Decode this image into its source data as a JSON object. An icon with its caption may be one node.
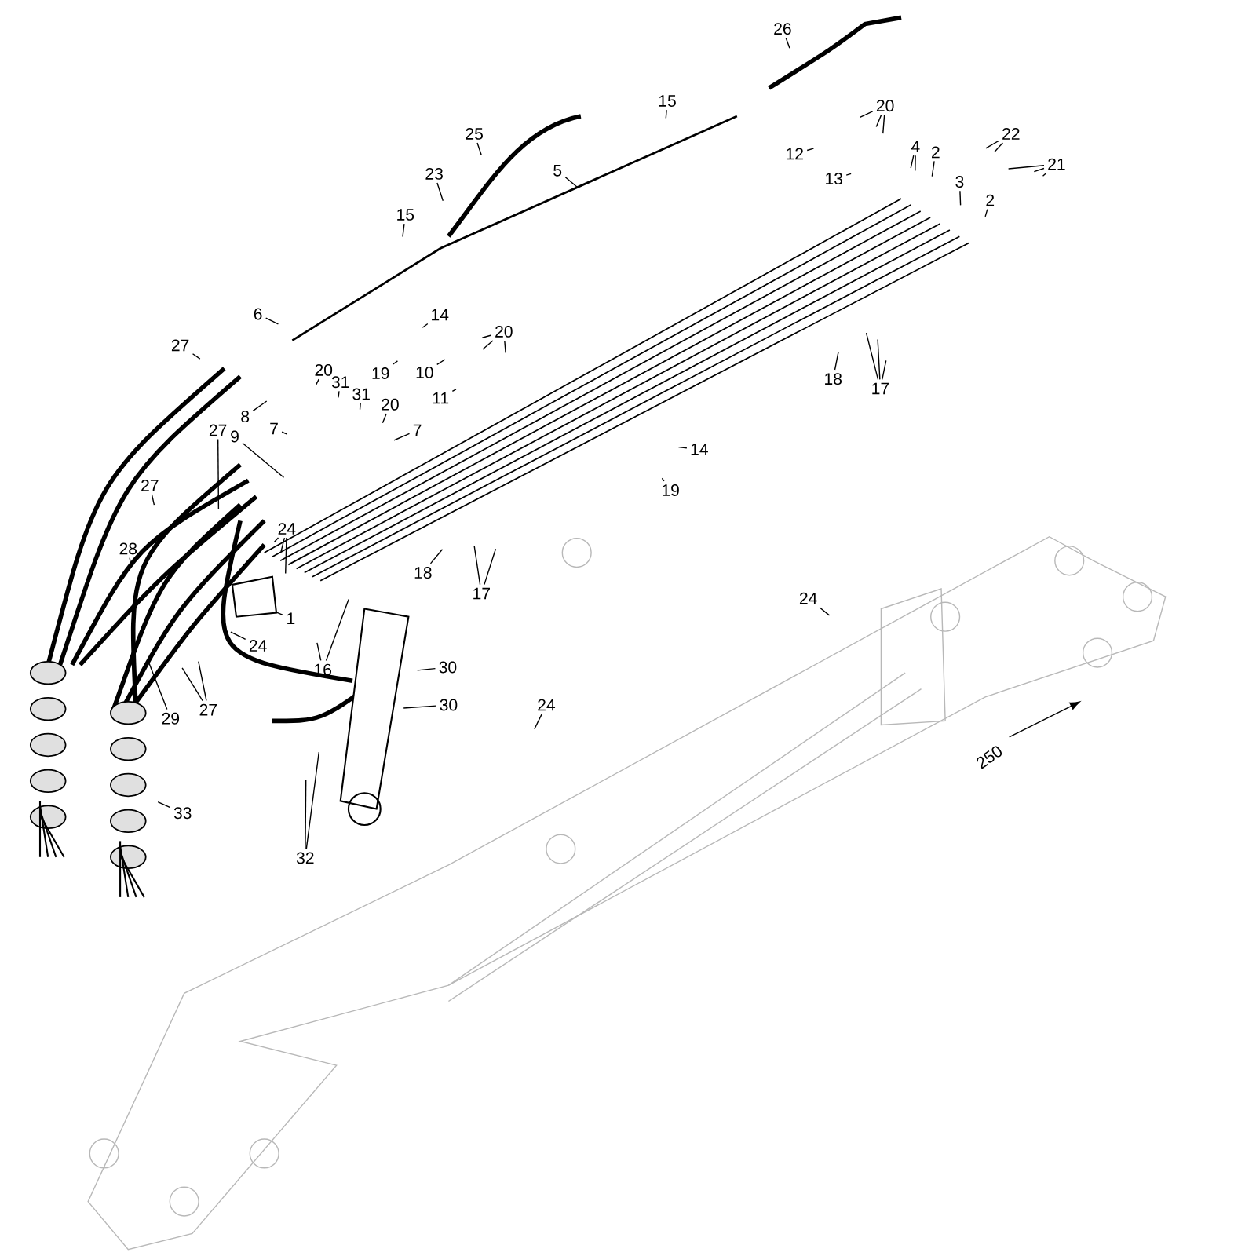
{
  "diagram": {
    "nodes": [
      {
        "text": [
          "26"
        ]
      },
      {
        "text": [
          "25"
        ]
      },
      {
        "text": [
          "15"
        ]
      },
      {
        "text": [
          "5"
        ]
      },
      {
        "text": [
          "23"
        ]
      },
      {
        "text": [
          "15"
        ]
      },
      {
        "text": [
          "20"
        ]
      },
      {
        "text": [
          "12"
        ]
      },
      {
        "text": [
          "13"
        ]
      },
      {
        "text": [
          "4"
        ]
      },
      {
        "text": [
          "2"
        ]
      },
      {
        "text": [
          "22"
        ]
      },
      {
        "text": [
          "21"
        ]
      },
      {
        "text": [
          "3"
        ]
      },
      {
        "text": [
          "2"
        ]
      },
      {
        "text": [
          "6"
        ]
      },
      {
        "text": [
          "14"
        ]
      },
      {
        "text": [
          "27"
        ]
      },
      {
        "text": [
          "20"
        ]
      },
      {
        "text": [
          "10"
        ]
      },
      {
        "text": [
          "11"
        ]
      },
      {
        "text": [
          "19"
        ]
      },
      {
        "text": [
          "18"
        ]
      },
      {
        "text": [
          "17"
        ]
      },
      {
        "text": [
          "20"
        ]
      },
      {
        "text": [
          "31"
        ]
      },
      {
        "text": [
          "31"
        ]
      },
      {
        "text": [
          "20"
        ]
      },
      {
        "text": [
          "8"
        ]
      },
      {
        "text": [
          "27"
        ]
      },
      {
        "text": [
          "7"
        ]
      },
      {
        "text": [
          "7"
        ]
      },
      {
        "text": [
          "9"
        ]
      },
      {
        "text": [
          "14"
        ]
      },
      {
        "text": [
          "19"
        ]
      },
      {
        "text": [
          "27"
        ]
      },
      {
        "text": [
          "24"
        ]
      },
      {
        "text": [
          "28"
        ]
      },
      {
        "text": [
          "18"
        ]
      },
      {
        "text": [
          "17"
        ]
      },
      {
        "text": [
          "1"
        ]
      },
      {
        "text": [
          "24"
        ]
      },
      {
        "text": [
          "16"
        ]
      },
      {
        "text": [
          "30"
        ]
      },
      {
        "text": [
          "30"
        ]
      },
      {
        "text": [
          "29"
        ]
      },
      {
        "text": [
          "27"
        ]
      },
      {
        "text": [
          "24"
        ]
      },
      {
        "text": [
          "24"
        ]
      },
      {
        "text": [
          "33"
        ]
      },
      {
        "text": [
          "32"
        ]
      }
    ],
    "edges": [
      {
        "from": 0,
        "to": null,
        "arrow": "none"
      },
      {
        "from": 1,
        "to": null,
        "arrow": "none"
      },
      {
        "from": 2,
        "to": null,
        "arrow": "none"
      },
      {
        "from": 3,
        "to": null,
        "arrow": "none"
      },
      {
        "from": 4,
        "to": null,
        "arrow": "none"
      },
      {
        "from": 5,
        "to": null,
        "arrow": "none"
      },
      {
        "from": 6,
        "to": null,
        "arrow": "none"
      },
      {
        "from": 6,
        "to": null,
        "arrow": "none"
      },
      {
        "from": 6,
        "to": null,
        "arrow": "none"
      },
      {
        "from": 7,
        "to": null,
        "arrow": "none"
      },
      {
        "from": 8,
        "to": null,
        "arrow": "none"
      },
      {
        "from": 9,
        "to": null,
        "arrow": "none"
      },
      {
        "from": 9,
        "to": null,
        "arrow": "none"
      },
      {
        "from": 10,
        "to": null,
        "arrow": "none"
      },
      {
        "from": 11,
        "to": null,
        "arrow": "none"
      },
      {
        "from": 11,
        "to": null,
        "arrow": "none"
      },
      {
        "from": 12,
        "to": null,
        "arrow": "none"
      },
      {
        "from": 12,
        "to": null,
        "arrow": "none"
      },
      {
        "from": 12,
        "to": null,
        "arrow": "none"
      },
      {
        "from": 13,
        "to": null,
        "arrow": "none"
      },
      {
        "from": 14,
        "to": null,
        "arrow": "none"
      },
      {
        "from": 15,
        "to": null,
        "arrow": "none"
      },
      {
        "from": 16,
        "to": null,
        "arrow": "none"
      },
      {
        "from": 17,
        "to": null,
        "arrow": "none"
      },
      {
        "from": 18,
        "to": null,
        "arrow": "none"
      },
      {
        "from": 18,
        "to": null,
        "arrow": "none"
      },
      {
        "from": 18,
        "to": null,
        "arrow": "none"
      },
      {
        "from": 19,
        "to": null,
        "arrow": "none"
      },
      {
        "from": 20,
        "to": null,
        "arrow": "none"
      },
      {
        "from": 21,
        "to": null,
        "arrow": "none"
      },
      {
        "from": 22,
        "to": null,
        "arrow": "none"
      },
      {
        "from": 23,
        "to": null,
        "arrow": "none"
      },
      {
        "from": 23,
        "to": null,
        "arrow": "none"
      },
      {
        "from": 23,
        "to": null,
        "arrow": "none"
      },
      {
        "from": 24,
        "to": null,
        "arrow": "none"
      },
      {
        "from": 25,
        "to": null,
        "arrow": "none"
      },
      {
        "from": 26,
        "to": null,
        "arrow": "none"
      },
      {
        "from": 27,
        "to": null,
        "arrow": "none"
      },
      {
        "from": 28,
        "to": null,
        "arrow": "none"
      },
      {
        "from": 29,
        "to": null,
        "arrow": "none"
      },
      {
        "from": 30,
        "to": null,
        "arrow": "none"
      },
      {
        "from": 31,
        "to": null,
        "arrow": "none"
      },
      {
        "from": 32,
        "to": null,
        "arrow": "none"
      },
      {
        "from": 33,
        "to": null,
        "arrow": "none"
      },
      {
        "from": 34,
        "to": null,
        "arrow": "none"
      },
      {
        "from": 35,
        "to": null,
        "arrow": "none"
      },
      {
        "from": 36,
        "to": null,
        "arrow": "none"
      },
      {
        "from": 36,
        "to": null,
        "arrow": "none"
      },
      {
        "from": 36,
        "to": null,
        "arrow": "none"
      },
      {
        "from": 37,
        "to": null,
        "arrow": "none"
      },
      {
        "from": 38,
        "to": null,
        "arrow": "none"
      },
      {
        "from": 39,
        "to": null,
        "arrow": "none"
      },
      {
        "from": 39,
        "to": null,
        "arrow": "none"
      },
      {
        "from": 40,
        "to": null,
        "arrow": "none"
      },
      {
        "from": 41,
        "to": null,
        "arrow": "none"
      },
      {
        "from": 42,
        "to": null,
        "arrow": "none"
      },
      {
        "from": 42,
        "to": null,
        "arrow": "none"
      },
      {
        "from": 43,
        "to": null,
        "arrow": "none"
      },
      {
        "from": 44,
        "to": null,
        "arrow": "none"
      },
      {
        "from": 45,
        "to": null,
        "arrow": "none"
      },
      {
        "from": 46,
        "to": null,
        "arrow": "none"
      },
      {
        "from": 46,
        "to": null,
        "arrow": "none"
      },
      {
        "from": 47,
        "to": null,
        "arrow": "none"
      },
      {
        "from": 48,
        "to": null,
        "arrow": "none"
      },
      {
        "from": 49,
        "to": null,
        "arrow": "none"
      },
      {
        "from": 50,
        "to": null,
        "arrow": "none"
      },
      {
        "from": 50,
        "to": null,
        "arrow": "none"
      }
    ],
    "labels": [
      "250"
    ]
  }
}
